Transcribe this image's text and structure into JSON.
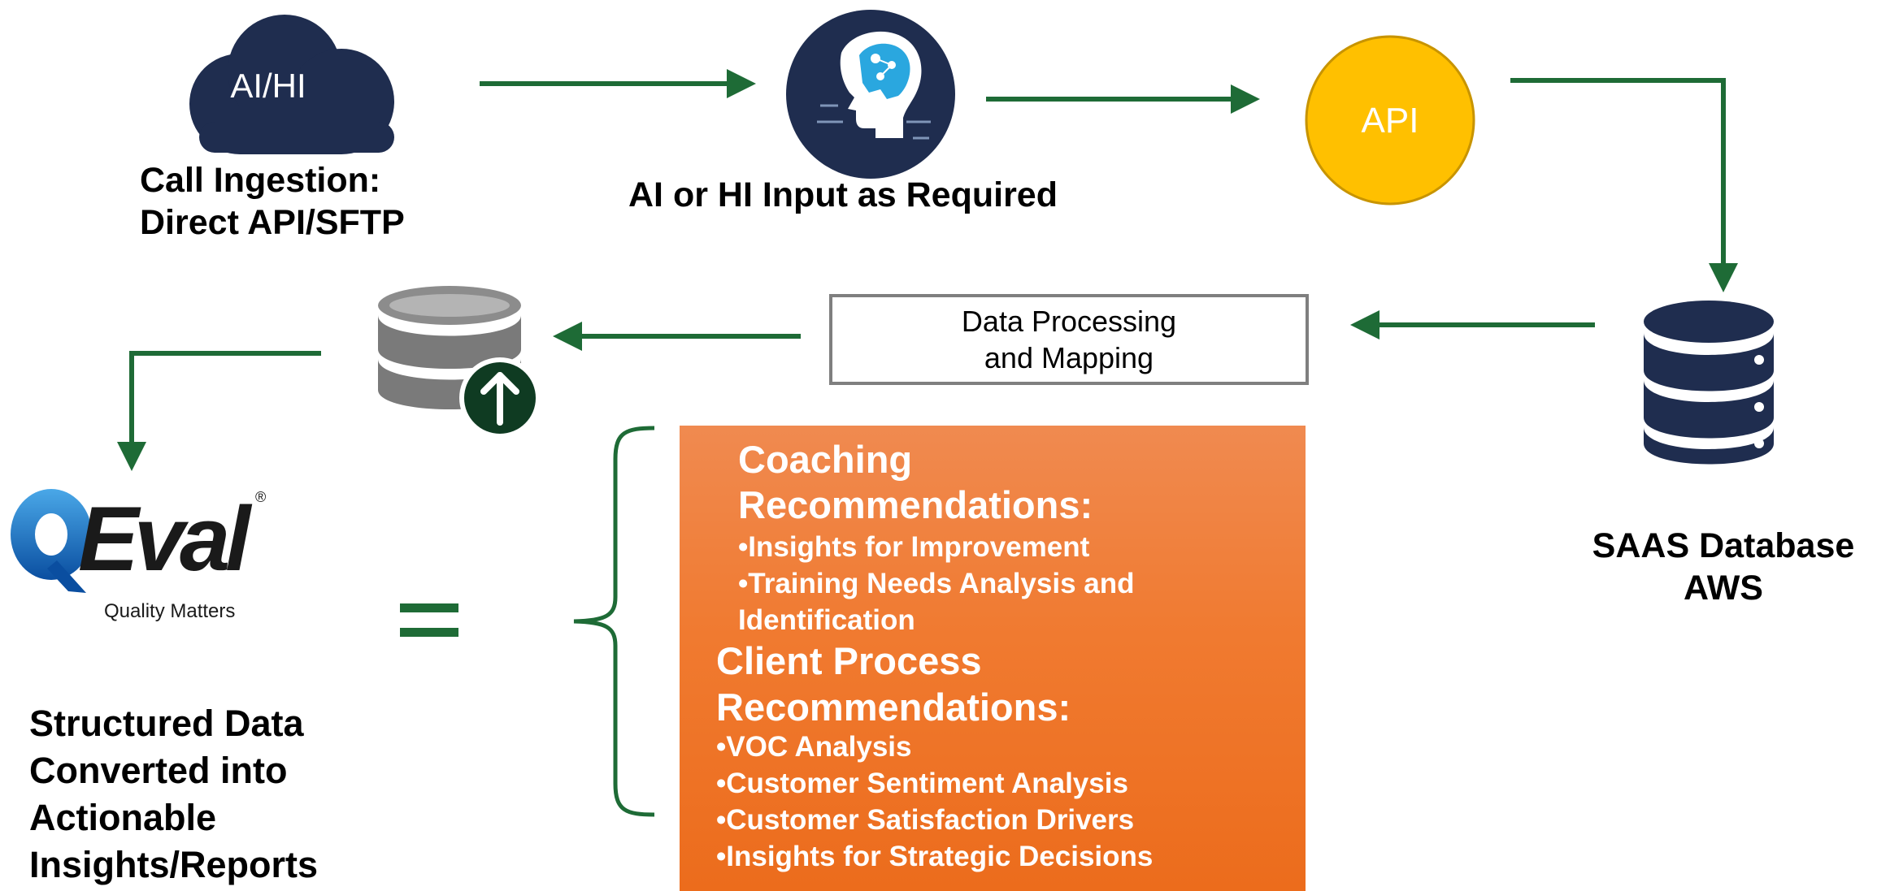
{
  "cloud": {
    "label": "AI/HI"
  },
  "api": {
    "label": "API"
  },
  "labels": {
    "ingestion": [
      "Call Ingestion:",
      "Direct API/SFTP"
    ],
    "ai_input": "AI or HI Input as Required",
    "saas": [
      "SAAS Database",
      "AWS"
    ],
    "structured": [
      "Structured Data",
      "Converted into",
      "Actionable",
      "Insights/Reports"
    ]
  },
  "process_box": [
    "Data Processing",
    "and Mapping"
  ],
  "logo": {
    "text": "QEval",
    "tagline": "Quality Matters",
    "registered": "®"
  },
  "equals": "=",
  "recommendations": {
    "coaching_heading": [
      "Coaching",
      "Recommendations:"
    ],
    "coaching_items": [
      "•Insights for Improvement",
      "•Training Needs Analysis and",
      "Identification"
    ],
    "client_heading": [
      "Client Process",
      "Recommendations:"
    ],
    "client_items": [
      "•VOC Analysis",
      "•Customer Sentiment Analysis",
      "•Customer Satisfaction Drivers",
      "•Insights for Strategic Decisions"
    ]
  },
  "colors": {
    "arrow": "#1e6b36",
    "navy": "#1f2d4f",
    "api_fill": "#ffc000",
    "orange": "#f07a30",
    "upload_badge": "#0f3b22"
  }
}
